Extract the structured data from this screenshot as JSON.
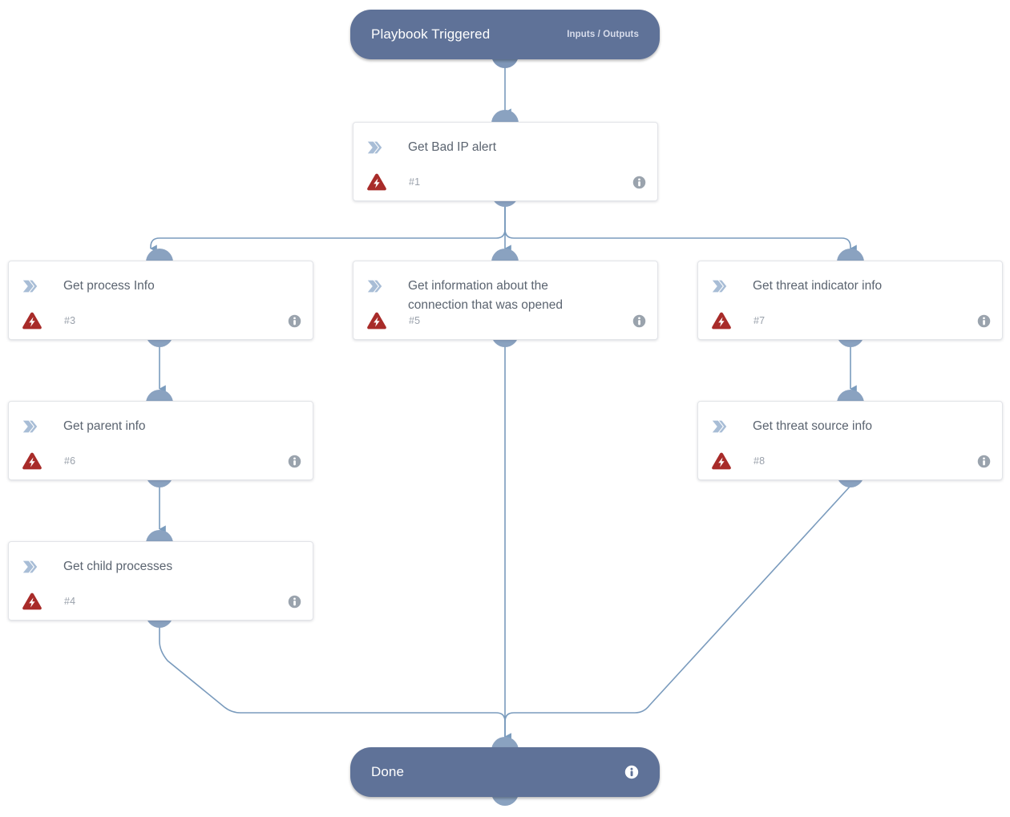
{
  "diagram": {
    "type": "playbook-workflow",
    "title": "Playbook Triggered",
    "accent_color": "#5f7298",
    "port_color": "#8aa2c0",
    "edge_color": "#7a9bbd",
    "warning_color": "#b02b2b",
    "canvas_background": "#ffffff"
  },
  "start_node": {
    "label": "Playbook Triggered",
    "secondary_label": "Inputs / Outputs"
  },
  "end_node": {
    "label": "Done",
    "info_icon": "info-icon"
  },
  "nodes": [
    {
      "id": "n1",
      "title": "Get Bad IP alert",
      "step": "#1",
      "status_icon": "warning-bolt-icon",
      "info_icon": "info-icon"
    },
    {
      "id": "n3",
      "title": "Get process Info",
      "step": "#3",
      "status_icon": "warning-bolt-icon",
      "info_icon": "info-icon"
    },
    {
      "id": "n5",
      "title": "Get information about the connection that was opened",
      "step": "#5",
      "status_icon": "warning-bolt-icon",
      "info_icon": "info-icon"
    },
    {
      "id": "n7",
      "title": "Get threat indicator info",
      "step": "#7",
      "status_icon": "warning-bolt-icon",
      "info_icon": "info-icon"
    },
    {
      "id": "n6",
      "title": "Get parent info",
      "step": "#6",
      "status_icon": "warning-bolt-icon",
      "info_icon": "info-icon"
    },
    {
      "id": "n8",
      "title": "Get threat source info",
      "step": "#8",
      "status_icon": "warning-bolt-icon",
      "info_icon": "info-icon"
    },
    {
      "id": "n4",
      "title": "Get child processes",
      "step": "#4",
      "status_icon": "warning-bolt-icon",
      "info_icon": "info-icon"
    }
  ],
  "edges": [
    {
      "from": "start",
      "to": "n1"
    },
    {
      "from": "n1",
      "to": "n3"
    },
    {
      "from": "n1",
      "to": "n5"
    },
    {
      "from": "n1",
      "to": "n7"
    },
    {
      "from": "n3",
      "to": "n6"
    },
    {
      "from": "n6",
      "to": "n4"
    },
    {
      "from": "n7",
      "to": "n8"
    },
    {
      "from": "n4",
      "to": "end"
    },
    {
      "from": "n5",
      "to": "end"
    },
    {
      "from": "n8",
      "to": "end"
    }
  ]
}
